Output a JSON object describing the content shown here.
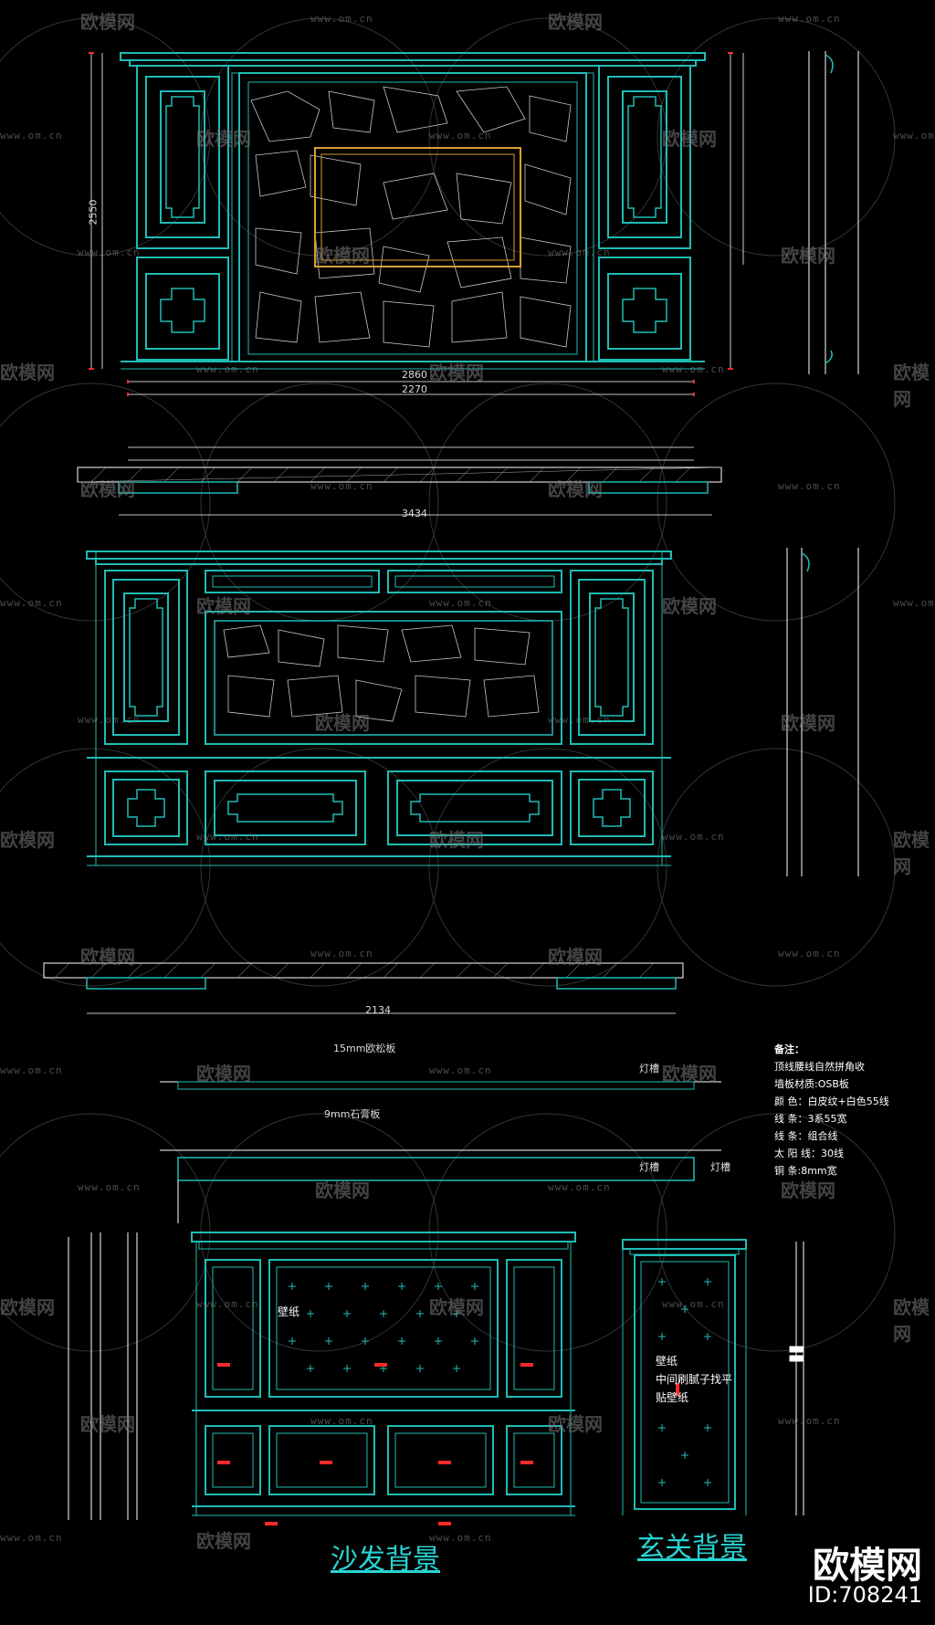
{
  "watermark": {
    "logo_text": "欧模网",
    "url_text": "www.om.cn"
  },
  "notes": {
    "heading": "备注：",
    "lines": [
      "顶线腰线自然拼角收",
      "墙板材质:OSB板",
      "颜   色：白皮纹+白色55线",
      "线   条：3系55宽",
      "线   条：组合线",
      "太 阳 线：30线",
      "铜   条:8mm宽"
    ]
  },
  "section_labels": {
    "gypsum_top": "15mm欧松板",
    "gypsum_mid": "9mm石膏板",
    "light_trough_1": "灯槽",
    "light_trough_2": "灯槽",
    "light_trough_3": "灯槽",
    "wallpaper_1": "壁纸",
    "wallpaper_2": "壁纸",
    "wallpaper_note_1": "中间刷腻子找平",
    "wallpaper_note_2": "贴壁纸"
  },
  "titles": {
    "sofa_wall": "沙发背景",
    "entrance": "玄关背景"
  },
  "brand": {
    "name": "欧模网",
    "id": "ID:708241"
  },
  "dimensions": {
    "top_total": "2860",
    "top_inner": "2270",
    "plan_total": "3434",
    "plan2_total": "2134",
    "side_height": "2550"
  },
  "colors": {
    "cyan": "#1fbcb4",
    "cyan_bright": "#35e0d8",
    "orange": "#d9a030",
    "red": "#ff2a2a",
    "white": "#ffffff"
  }
}
